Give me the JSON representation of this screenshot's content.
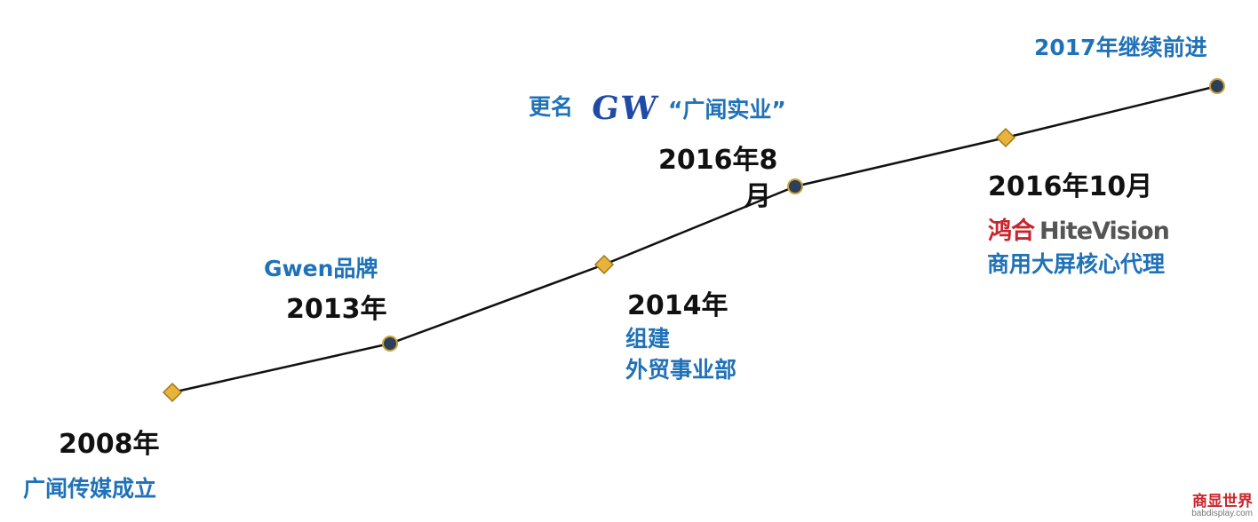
{
  "timeline": [
    {
      "year": "2008年",
      "desc": [
        "广闻传媒成立"
      ],
      "marker": "diamond"
    },
    {
      "year": "2013年",
      "desc": [
        "Gwen品牌"
      ],
      "marker": "circle"
    },
    {
      "year": "2014年",
      "desc": [
        "组建",
        "外贸事业部"
      ],
      "marker": "diamond"
    },
    {
      "year": "2016年8",
      "year_line2": "月",
      "desc": [
        "更名",
        "“广闻实业”"
      ],
      "logo": "GW",
      "marker": "circle"
    },
    {
      "year": "2016年10月",
      "desc": [
        "商用大屏核心代理"
      ],
      "logo_cn": "鸿合",
      "logo_en": "HiteVision",
      "marker": "diamond"
    },
    {
      "year": "",
      "desc": [
        "2017年继续前进"
      ],
      "marker": "circle"
    }
  ],
  "colors": {
    "year_text": "#111111",
    "desc_text": "#1f72b8",
    "line": "#111111",
    "diamond_fill": "#e8b33a",
    "circle_fill": "#2e3f5c",
    "gw_logo": "#1f4aa8",
    "hitevision_red": "#c8252c"
  },
  "watermark": {
    "main": "商显世界",
    "sub": "babdisplay.com"
  }
}
